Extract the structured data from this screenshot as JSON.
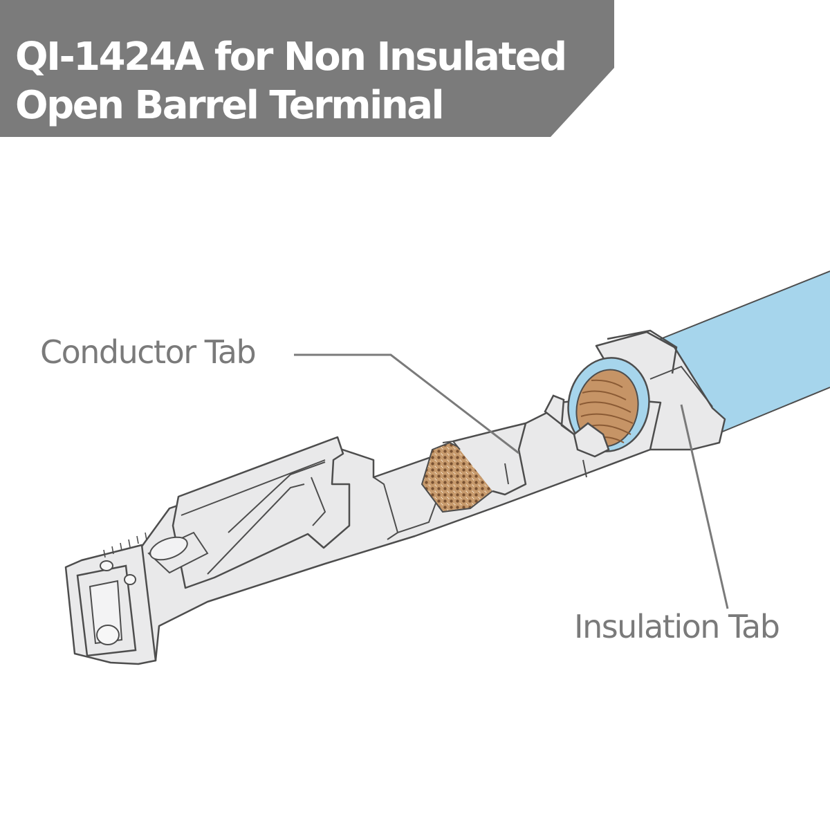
{
  "header": {
    "title_line1": "QI-1424A for Non Insulated",
    "title_line2": "Open Barrel Terminal",
    "background_color": "#7b7b7b"
  },
  "diagram": {
    "labels": {
      "conductor_tab": "Conductor Tab",
      "insulation_tab": "Insulation Tab"
    },
    "colors": {
      "terminal_fill": "#e9e9ea",
      "outline": "#4d4d4d",
      "cable_insulation": "#a6d5ec",
      "copper_strands": "#b88658",
      "leader_line": "#7a7a7a"
    }
  }
}
